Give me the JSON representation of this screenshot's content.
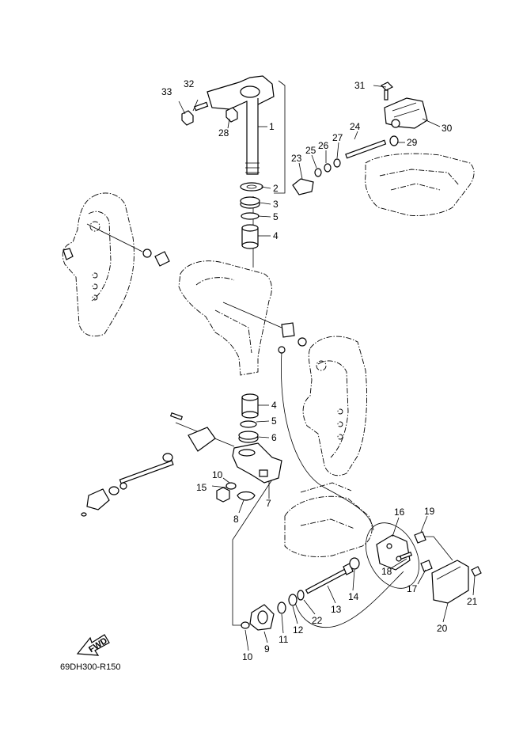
{
  "diagram": {
    "reference_code": "69DH300-R150",
    "fwd_label": "FWD",
    "callouts": [
      {
        "id": "c1",
        "label": "1"
      },
      {
        "id": "c2",
        "label": "2"
      },
      {
        "id": "c3",
        "label": "3"
      },
      {
        "id": "c5a",
        "label": "5"
      },
      {
        "id": "c4a",
        "label": "4"
      },
      {
        "id": "c4b",
        "label": "4"
      },
      {
        "id": "c5b",
        "label": "5"
      },
      {
        "id": "c6",
        "label": "6"
      },
      {
        "id": "c7",
        "label": "7"
      },
      {
        "id": "c8",
        "label": "8"
      },
      {
        "id": "c10a",
        "label": "10"
      },
      {
        "id": "c15",
        "label": "15"
      },
      {
        "id": "c9",
        "label": "9"
      },
      {
        "id": "c10b",
        "label": "10"
      },
      {
        "id": "c11",
        "label": "11"
      },
      {
        "id": "c12",
        "label": "12"
      },
      {
        "id": "c13",
        "label": "13"
      },
      {
        "id": "c14",
        "label": "14"
      },
      {
        "id": "c16",
        "label": "16"
      },
      {
        "id": "c17",
        "label": "17"
      },
      {
        "id": "c18",
        "label": "18"
      },
      {
        "id": "c19",
        "label": "19"
      },
      {
        "id": "c20",
        "label": "20"
      },
      {
        "id": "c21",
        "label": "21"
      },
      {
        "id": "c22",
        "label": "22"
      },
      {
        "id": "c23",
        "label": "23"
      },
      {
        "id": "c24",
        "label": "24"
      },
      {
        "id": "c25",
        "label": "25"
      },
      {
        "id": "c26",
        "label": "26"
      },
      {
        "id": "c27",
        "label": "27"
      },
      {
        "id": "c28",
        "label": "28"
      },
      {
        "id": "c29",
        "label": "29"
      },
      {
        "id": "c30",
        "label": "30"
      },
      {
        "id": "c31",
        "label": "31"
      },
      {
        "id": "c32",
        "label": "32"
      },
      {
        "id": "c33",
        "label": "33"
      }
    ]
  }
}
